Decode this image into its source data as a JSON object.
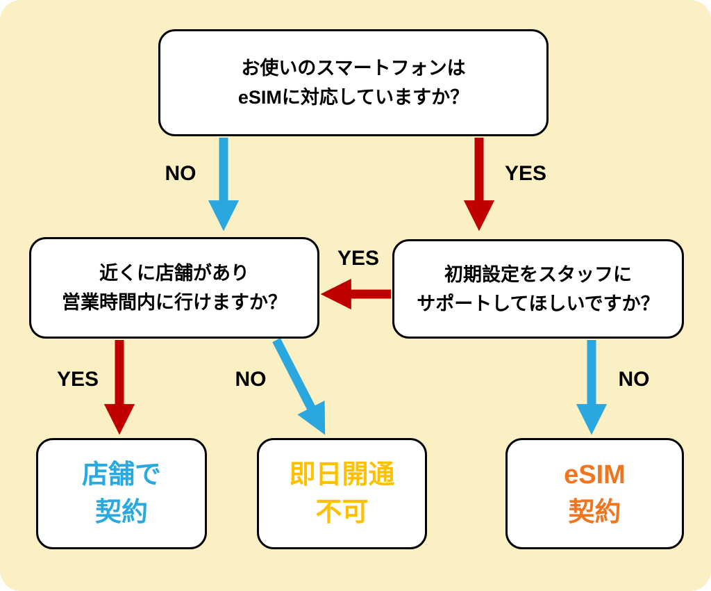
{
  "diagram": {
    "title": "eSIM contract decision flowchart",
    "colors": {
      "background": "#FBF0C3",
      "arrow_blue": "#2BA7E0",
      "arrow_red": "#C00000",
      "result_store_blue": "#29A9E0",
      "result_sameday_yellow": "#FFC000",
      "result_esim_orange": "#F0751F",
      "box_border": "#000000"
    },
    "nodes": {
      "q1": {
        "line1": "お使いのスマートフォンは",
        "line2": "eSIMに対応していますか？"
      },
      "q2": {
        "line1": "近くに店舗があり",
        "line2": "営業時間内に行けますか？"
      },
      "q3": {
        "line1": "初期設定をスタッフに",
        "line2": "サポートしてほしいですか？"
      },
      "r1": {
        "line1": "店舗で",
        "line2": "契約"
      },
      "r2": {
        "line1": "即日開通",
        "line2": "不可"
      },
      "r3": {
        "line1": "eSIM",
        "line2": "契約"
      }
    },
    "edge_labels": {
      "q1_no": "NO",
      "q1_yes": "YES",
      "q3_to_q2_yes": "YES",
      "q2_yes": "YES",
      "q2_no": "NO",
      "q3_no": "NO"
    }
  }
}
